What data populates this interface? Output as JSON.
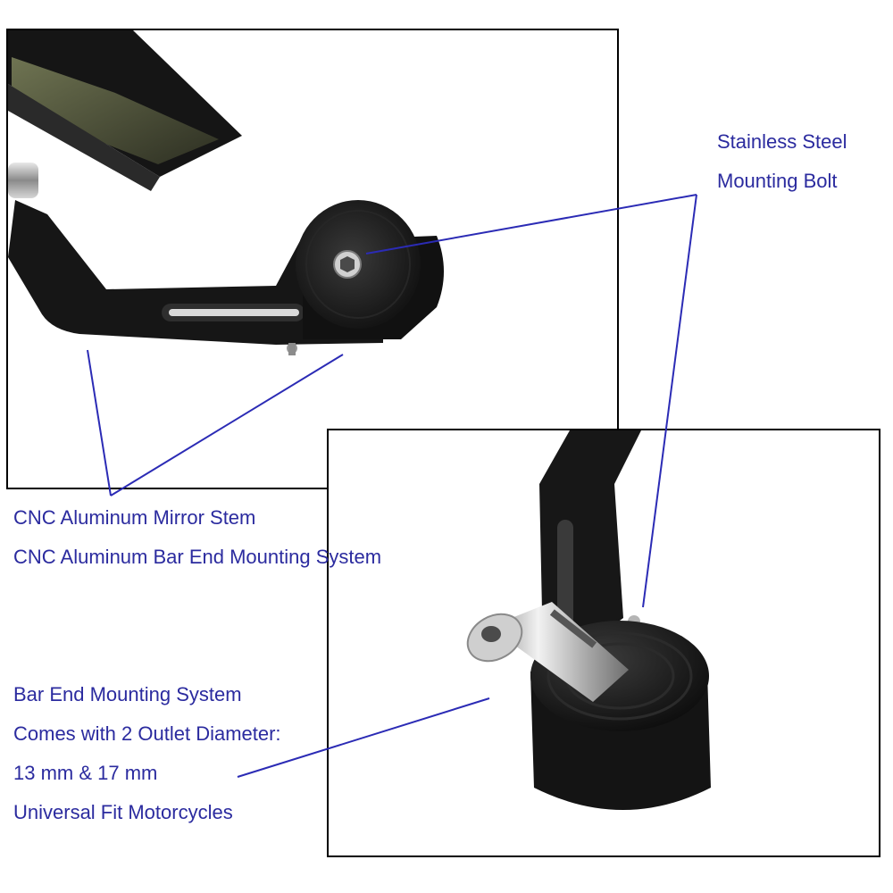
{
  "callouts": {
    "bolt": {
      "line1": "Stainless Steel",
      "line2": "Mounting Bolt"
    },
    "stem": {
      "line1": "CNC Aluminum Mirror Stem",
      "line2": "CNC Aluminum Bar End Mounting System"
    },
    "mount": {
      "line1": "Bar End Mounting System",
      "line2": "Comes with 2 Outlet Diameter:",
      "line3": "13 mm & 17 mm",
      "line4": "Universal Fit Motorcycles"
    }
  },
  "colors": {
    "label_text": "#2b2b9f",
    "leader_line": "#2b2bb5",
    "metal_dark": "#1b1b1b",
    "steel": "#bdbdbd"
  }
}
